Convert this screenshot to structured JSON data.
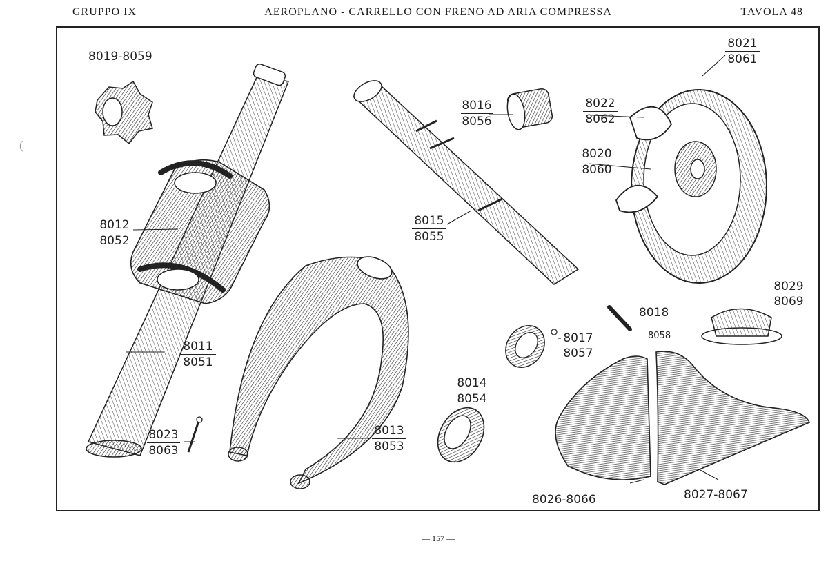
{
  "header": {
    "group": "GRUPPO IX",
    "title": "AEROPLANO - CARRELLO CON FRENO AD ARIA COMPRESSA",
    "plate": "TAVOLA 48"
  },
  "parts": {
    "p8019": "8019-8059",
    "p8016_top": "8016",
    "p8016_bot": "8056",
    "p8015_top": "8015",
    "p8015_bot": "8055",
    "p8021_top": "8021",
    "p8021_bot": "8061",
    "p8022_top": "8022",
    "p8022_bot": "8062",
    "p8020_top": "8020",
    "p8020_bot": "8060",
    "p8012_top": "8012",
    "p8012_bot": "8052",
    "p8011_top": "8011",
    "p8011_bot": "8051",
    "p8023_top": "8023",
    "p8023_bot": "8063",
    "p8013_top": "8013",
    "p8013_bot": "8053",
    "p8014_top": "8014",
    "p8014_bot": "8054",
    "p8017_top": "8017",
    "p8017_bot": "8057",
    "p8018_top": "8018",
    "p8018_bot": "8058",
    "p8029_top": "8029",
    "p8029_bot": "8069",
    "p8026": "8026-8066",
    "p8027": "8027-8067"
  },
  "footer": {
    "page": "— 157 —"
  },
  "margin": {
    "mark": "("
  }
}
